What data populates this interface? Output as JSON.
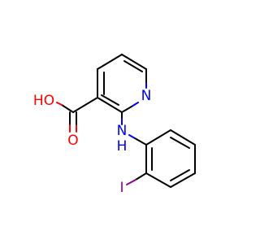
{
  "molecule": {
    "atoms": {
      "ring_nitrogen": "N",
      "hydroxyl_oxygen": "HO",
      "carbonyl_oxygen": "O",
      "amine_nitrogen": "N",
      "amine_hydrogen": "H",
      "iodine": "I"
    },
    "colors": {
      "bond": "#000000",
      "oxygen": "#ff0000",
      "nitrogen": "#0000ff",
      "iodine": "#940094"
    }
  }
}
